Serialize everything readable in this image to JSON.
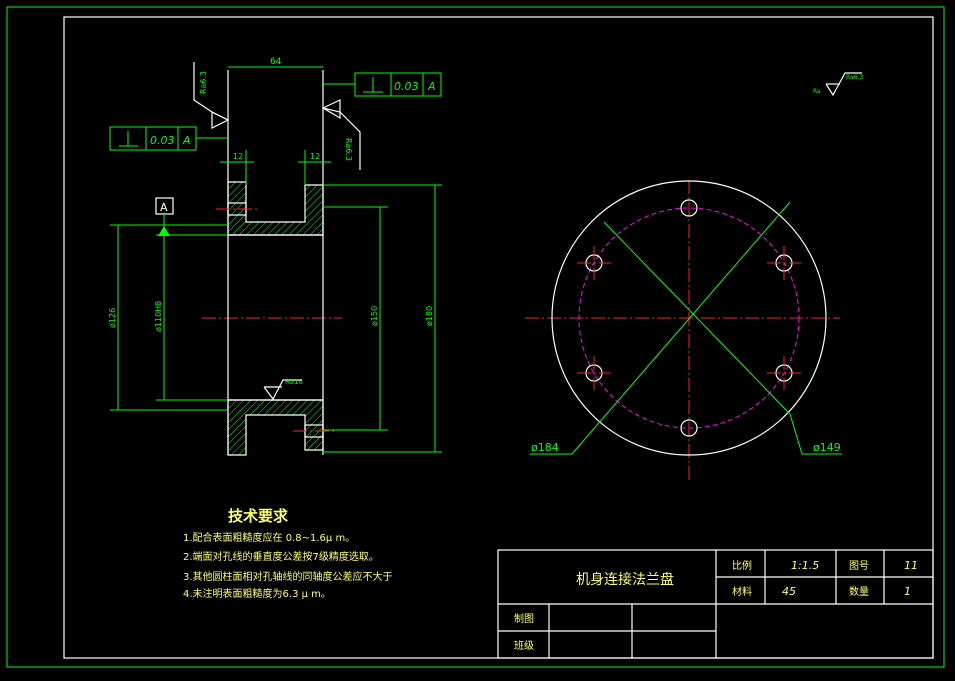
{
  "colors": {
    "background": "#000000",
    "frame": "#00ff00",
    "outline": "#ffffff",
    "center": "#ff2020",
    "pcd": "#ff00ff",
    "text": "#ffff66"
  },
  "drawing": {
    "left_view": {
      "dim_width": "64",
      "dim_flange_left": "12",
      "dim_flange_right": "12",
      "dim_d126": "ø126",
      "dim_d110": "ø110H8",
      "dim_d150": "ø150",
      "dim_d180": "ø180",
      "datum": "A",
      "roughness_top_left": "Ra6.3",
      "roughness_top_right": "Ra6.3",
      "roughness_bore": "Ra16",
      "tol_left": {
        "value": "0.03",
        "datum": "A"
      },
      "tol_right": {
        "value": "0.03",
        "datum": "A"
      }
    },
    "right_view": {
      "dim_outer": "ø184",
      "dim_pcd": "ø149"
    },
    "roughness_general": {
      "prefix": "Ra",
      "value": "Ra6.3"
    }
  },
  "notes": {
    "title": "技术要求",
    "items": [
      "1.配合表面粗糙度应在 0.8~1.6μ m。",
      "2.端面对孔线的垂直度公差按7级精度选取。",
      "3.其他圆柱面相对孔轴线的同轴度公差应不大于",
      "4.未注明表面粗糙度为6.3 μ m。"
    ]
  },
  "title_block": {
    "part_name": "机身连接法兰盘",
    "scale_label": "比例",
    "scale_value": "1:1.5",
    "drawing_no_label": "图号",
    "drawing_no_value": "11",
    "material_label": "材料",
    "material_value": "45",
    "quantity_label": "数量",
    "quantity_value": "1",
    "drawn_label": "制图",
    "class_label": "班级"
  }
}
